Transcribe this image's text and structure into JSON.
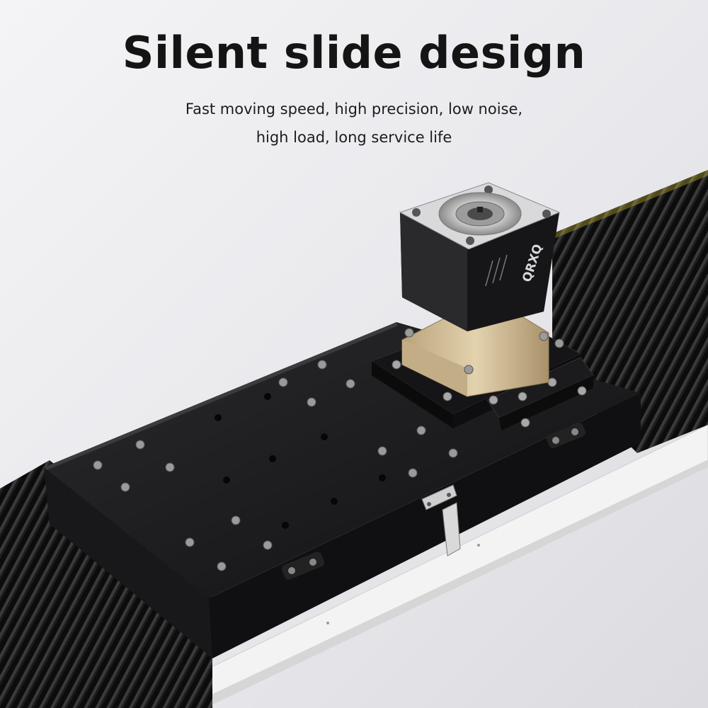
{
  "headline": "Silent slide design",
  "subheadline": "Fast moving speed, high precision, low noise, high load, long service life",
  "product": {
    "brand_mark": "QRXQ",
    "components": [
      "bellows-cover",
      "carriage-plate",
      "planetary-gearbox",
      "rail-base"
    ]
  },
  "colors": {
    "background": "#e8e8ec",
    "headline": "#141414",
    "plate": "#1a1a1c",
    "gearbox_body": "#202022",
    "gearbox_flange": "#c9b48e",
    "rail": "#f2f2f2"
  }
}
